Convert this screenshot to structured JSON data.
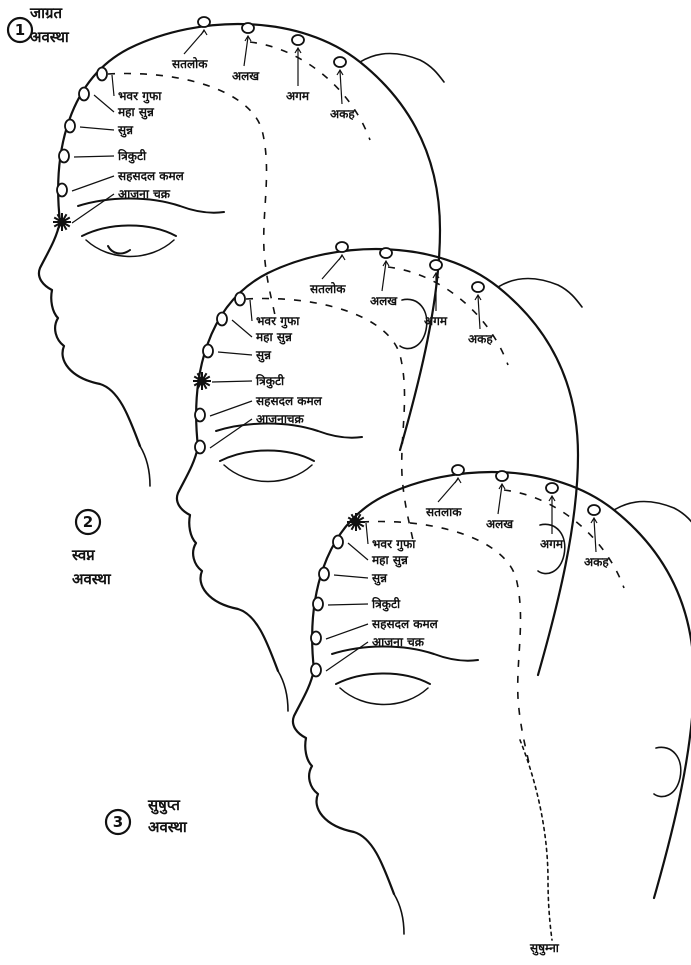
{
  "heads": [
    {
      "number": "1",
      "state": [
        "जाग्रत",
        "अवस्था"
      ],
      "labels": {
        "satlok": "सतलोक",
        "alakh": "अलख",
        "agam": "अगम",
        "akah": "अकह",
        "bhanvar": "भवर गुफा",
        "mahasunn": "महा सुन्न",
        "sunn": "सुन्न",
        "trikuti": "त्रिकुटी",
        "sahasdal": "सहसदल कमल",
        "ajna": "आजना चक्र"
      }
    },
    {
      "number": "2",
      "state": [
        "स्वप्न",
        "अवस्था"
      ],
      "labels": {
        "satlok": "सतलोक",
        "alakh": "अलख",
        "agam": "अगम",
        "akah": "अकह",
        "bhanvar": "भवर गुफा",
        "mahasunn": "महा सुन्न",
        "sunn": "सुन्न",
        "trikuti": "त्रिकुटी",
        "sahasdal": "सहसदल कमल",
        "ajna": "आजनाचक्र"
      }
    },
    {
      "number": "3",
      "state": [
        "सुषुप्त",
        "अवस्था"
      ],
      "labels": {
        "satlok": "सतलाक",
        "alakh": "अलख",
        "agam": "अगम",
        "akah": "अकह",
        "bhanvar": "भवर गुफा",
        "mahasunn": "महा सुन्न",
        "sunn": "सुन्न",
        "trikuti": "त्रिकुटी",
        "sahasdal": "सहसदल कमल",
        "ajna": "आजना चक्र"
      }
    }
  ],
  "spine_label": "सुषुम्ना",
  "colors": {
    "ink": "#111111",
    "paper": "#ffffff"
  }
}
